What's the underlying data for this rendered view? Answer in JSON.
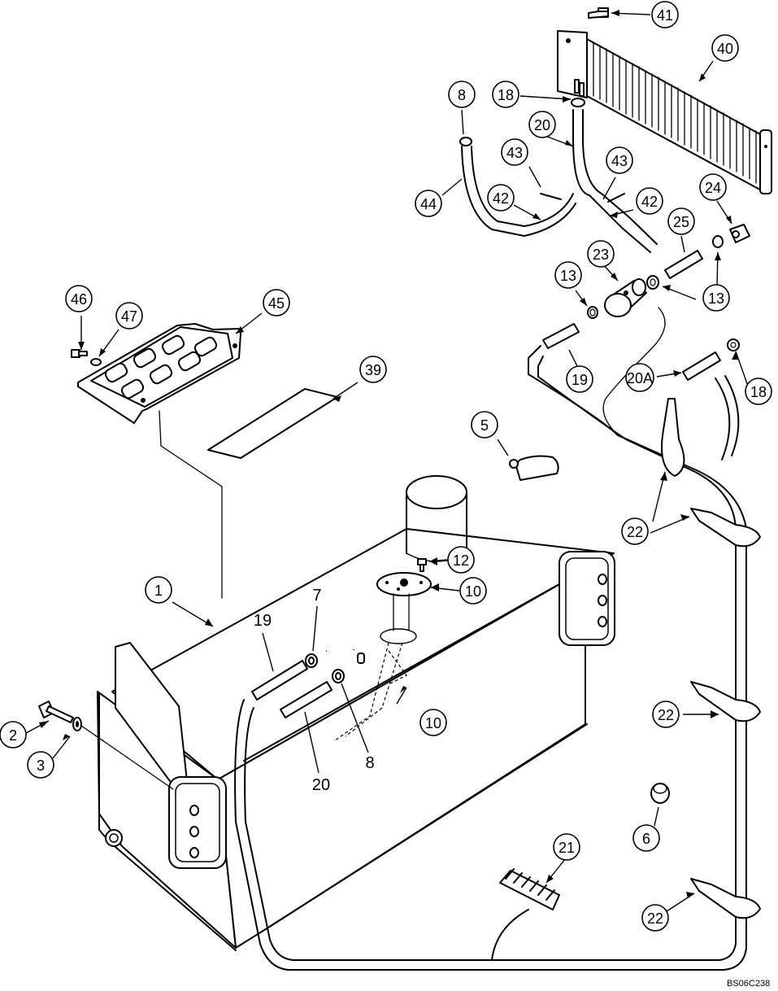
{
  "drawing_ref": "BS06C238",
  "callouts": [
    {
      "id": "1",
      "label": "1"
    },
    {
      "id": "2",
      "label": "2"
    },
    {
      "id": "3",
      "label": "3"
    },
    {
      "id": "5",
      "label": "5"
    },
    {
      "id": "6",
      "label": "6"
    },
    {
      "id": "8a",
      "label": "8"
    },
    {
      "id": "10a",
      "label": "10"
    },
    {
      "id": "10b",
      "label": "10"
    },
    {
      "id": "12",
      "label": "12"
    },
    {
      "id": "13a",
      "label": "13"
    },
    {
      "id": "13b",
      "label": "13"
    },
    {
      "id": "18a",
      "label": "18"
    },
    {
      "id": "18b",
      "label": "18"
    },
    {
      "id": "19a",
      "label": "19"
    },
    {
      "id": "20a",
      "label": "20"
    },
    {
      "id": "20A",
      "label": "20A"
    },
    {
      "id": "21",
      "label": "21"
    },
    {
      "id": "22a",
      "label": "22"
    },
    {
      "id": "22b",
      "label": "22"
    },
    {
      "id": "22c",
      "label": "22"
    },
    {
      "id": "23",
      "label": "23"
    },
    {
      "id": "24",
      "label": "24"
    },
    {
      "id": "25",
      "label": "25"
    },
    {
      "id": "39",
      "label": "39"
    },
    {
      "id": "40",
      "label": "40"
    },
    {
      "id": "41",
      "label": "41"
    },
    {
      "id": "42a",
      "label": "42"
    },
    {
      "id": "42b",
      "label": "42"
    },
    {
      "id": "43a",
      "label": "43"
    },
    {
      "id": "43b",
      "label": "43"
    },
    {
      "id": "44",
      "label": "44"
    },
    {
      "id": "45",
      "label": "45"
    },
    {
      "id": "46",
      "label": "46"
    },
    {
      "id": "47",
      "label": "47"
    }
  ],
  "plain_labels": [
    {
      "id": "p7",
      "label": "7"
    },
    {
      "id": "p19",
      "label": "19"
    },
    {
      "id": "p8",
      "label": "8"
    },
    {
      "id": "p20",
      "label": "20"
    }
  ]
}
